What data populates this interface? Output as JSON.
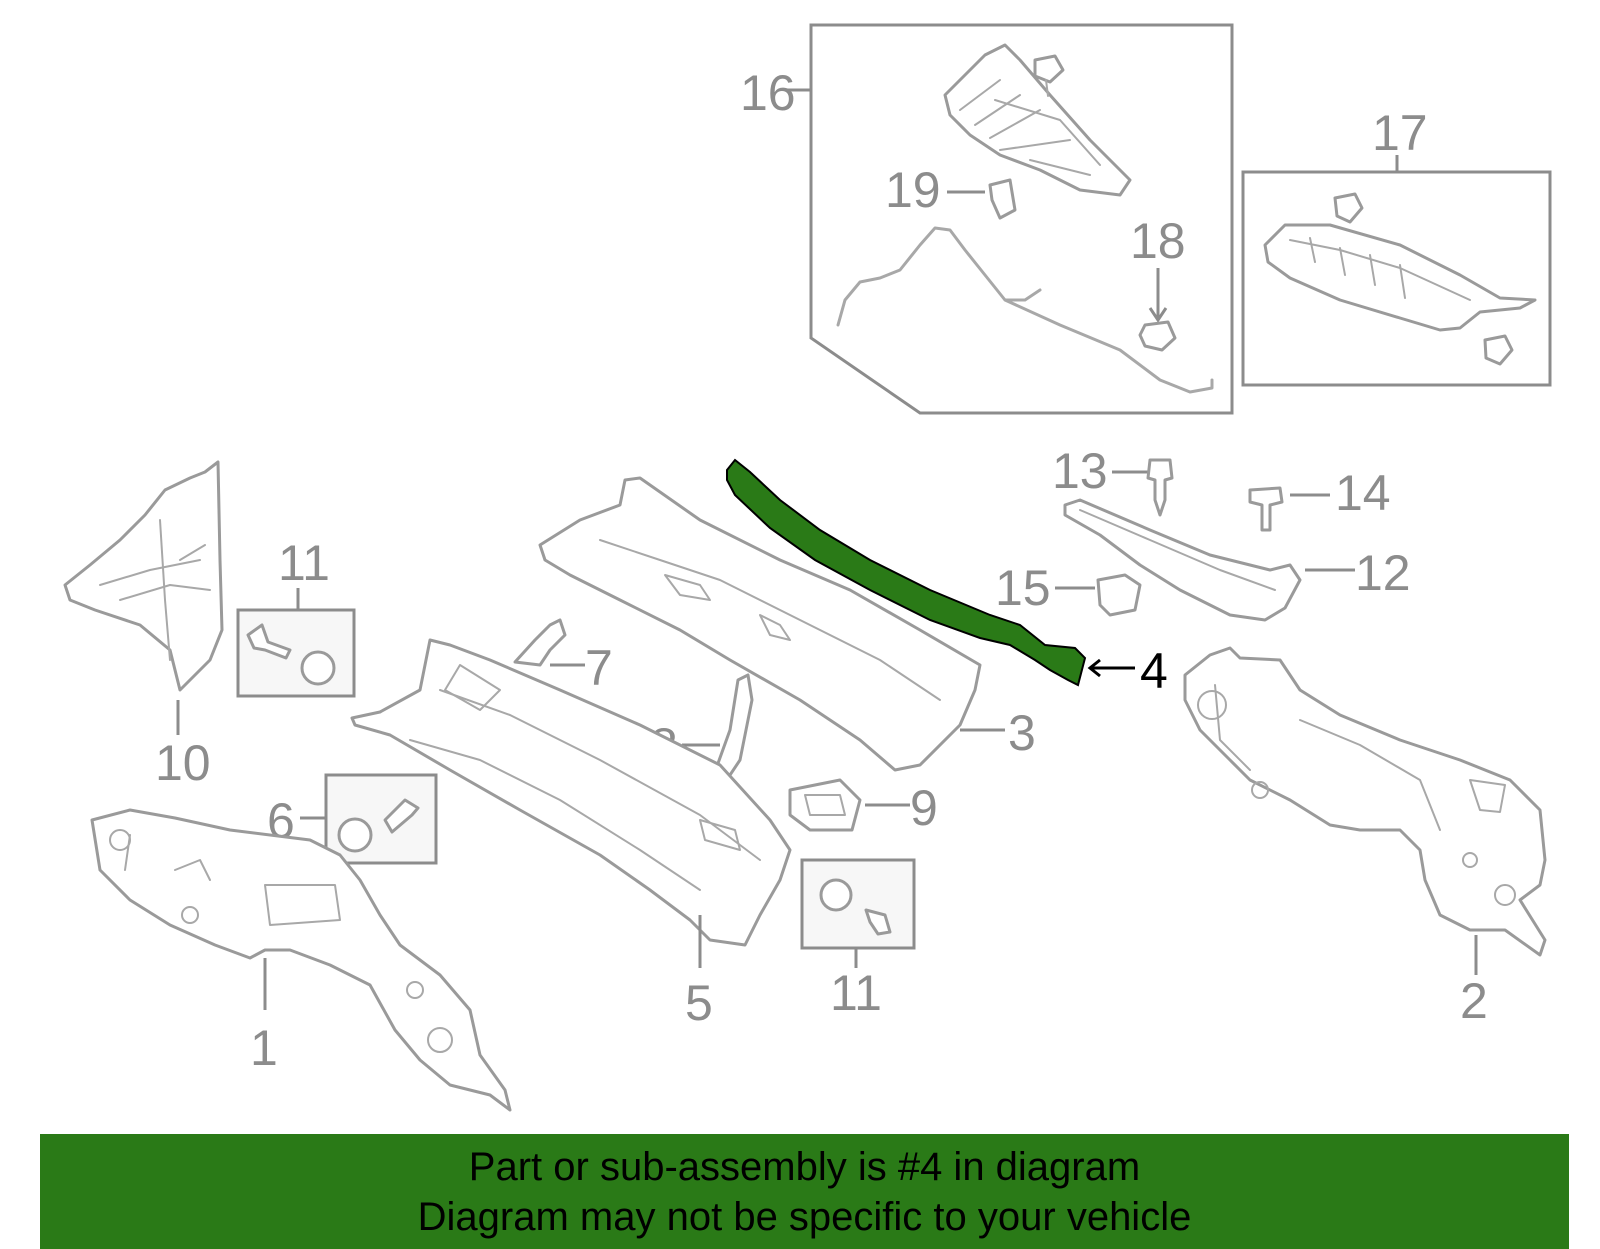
{
  "diagram": {
    "highlight_color": "#2a7a17",
    "part_color": "#9a9a9a",
    "highlighted_part": "4",
    "callouts": {
      "c1": "1",
      "c2": "2",
      "c3": "3",
      "c4": "4",
      "c5": "5",
      "c6": "6",
      "c7": "7",
      "c8": "8",
      "c9": "9",
      "c10": "10",
      "c11a": "11",
      "c11b": "11",
      "c12": "12",
      "c13": "13",
      "c14": "14",
      "c15": "15",
      "c16": "16",
      "c17": "17",
      "c18": "18",
      "c19": "19"
    }
  },
  "banner": {
    "line1": "Part or sub-assembly is #4 in diagram",
    "line2": "Diagram may not be specific to your vehicle",
    "background": "#2a7a17"
  }
}
